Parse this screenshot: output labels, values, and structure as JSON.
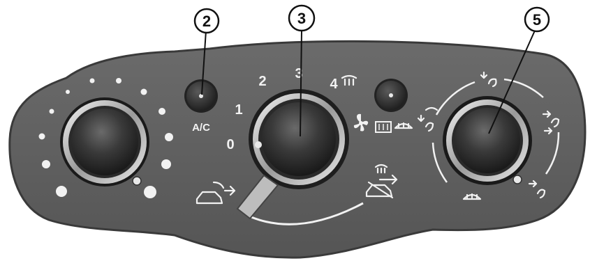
{
  "callouts": {
    "ac_button": "2",
    "fan_knob": "3",
    "distribution_knob": "5"
  },
  "labels": {
    "ac": "A/C",
    "fan_speed_0": "0",
    "fan_speed_1": "1",
    "fan_speed_2": "2",
    "fan_speed_3": "3",
    "fan_speed_4": "4"
  },
  "colors": {
    "panel": "#5e5e5e",
    "panel_edge": "#3a3a3a",
    "bezel": "#d8d8d8",
    "knob": "#2b2b2b",
    "marking": "#f2f2f2"
  },
  "icons": {
    "temperature_dots": "temperature-scale-dots",
    "fan": "fan-icon",
    "recirculation": "air-recirculation-icon",
    "fresh_air": "fresh-air-icon",
    "rear_defrost": "rear-window-defrost-icon",
    "front_defrost": "windscreen-demist-icon",
    "face_vent": "face-vent-icon",
    "face_feet_vent": "face-and-feet-vent-icon",
    "feet_vent": "feet-vent-icon",
    "feet_demist": "feet-and-demist-icon"
  }
}
